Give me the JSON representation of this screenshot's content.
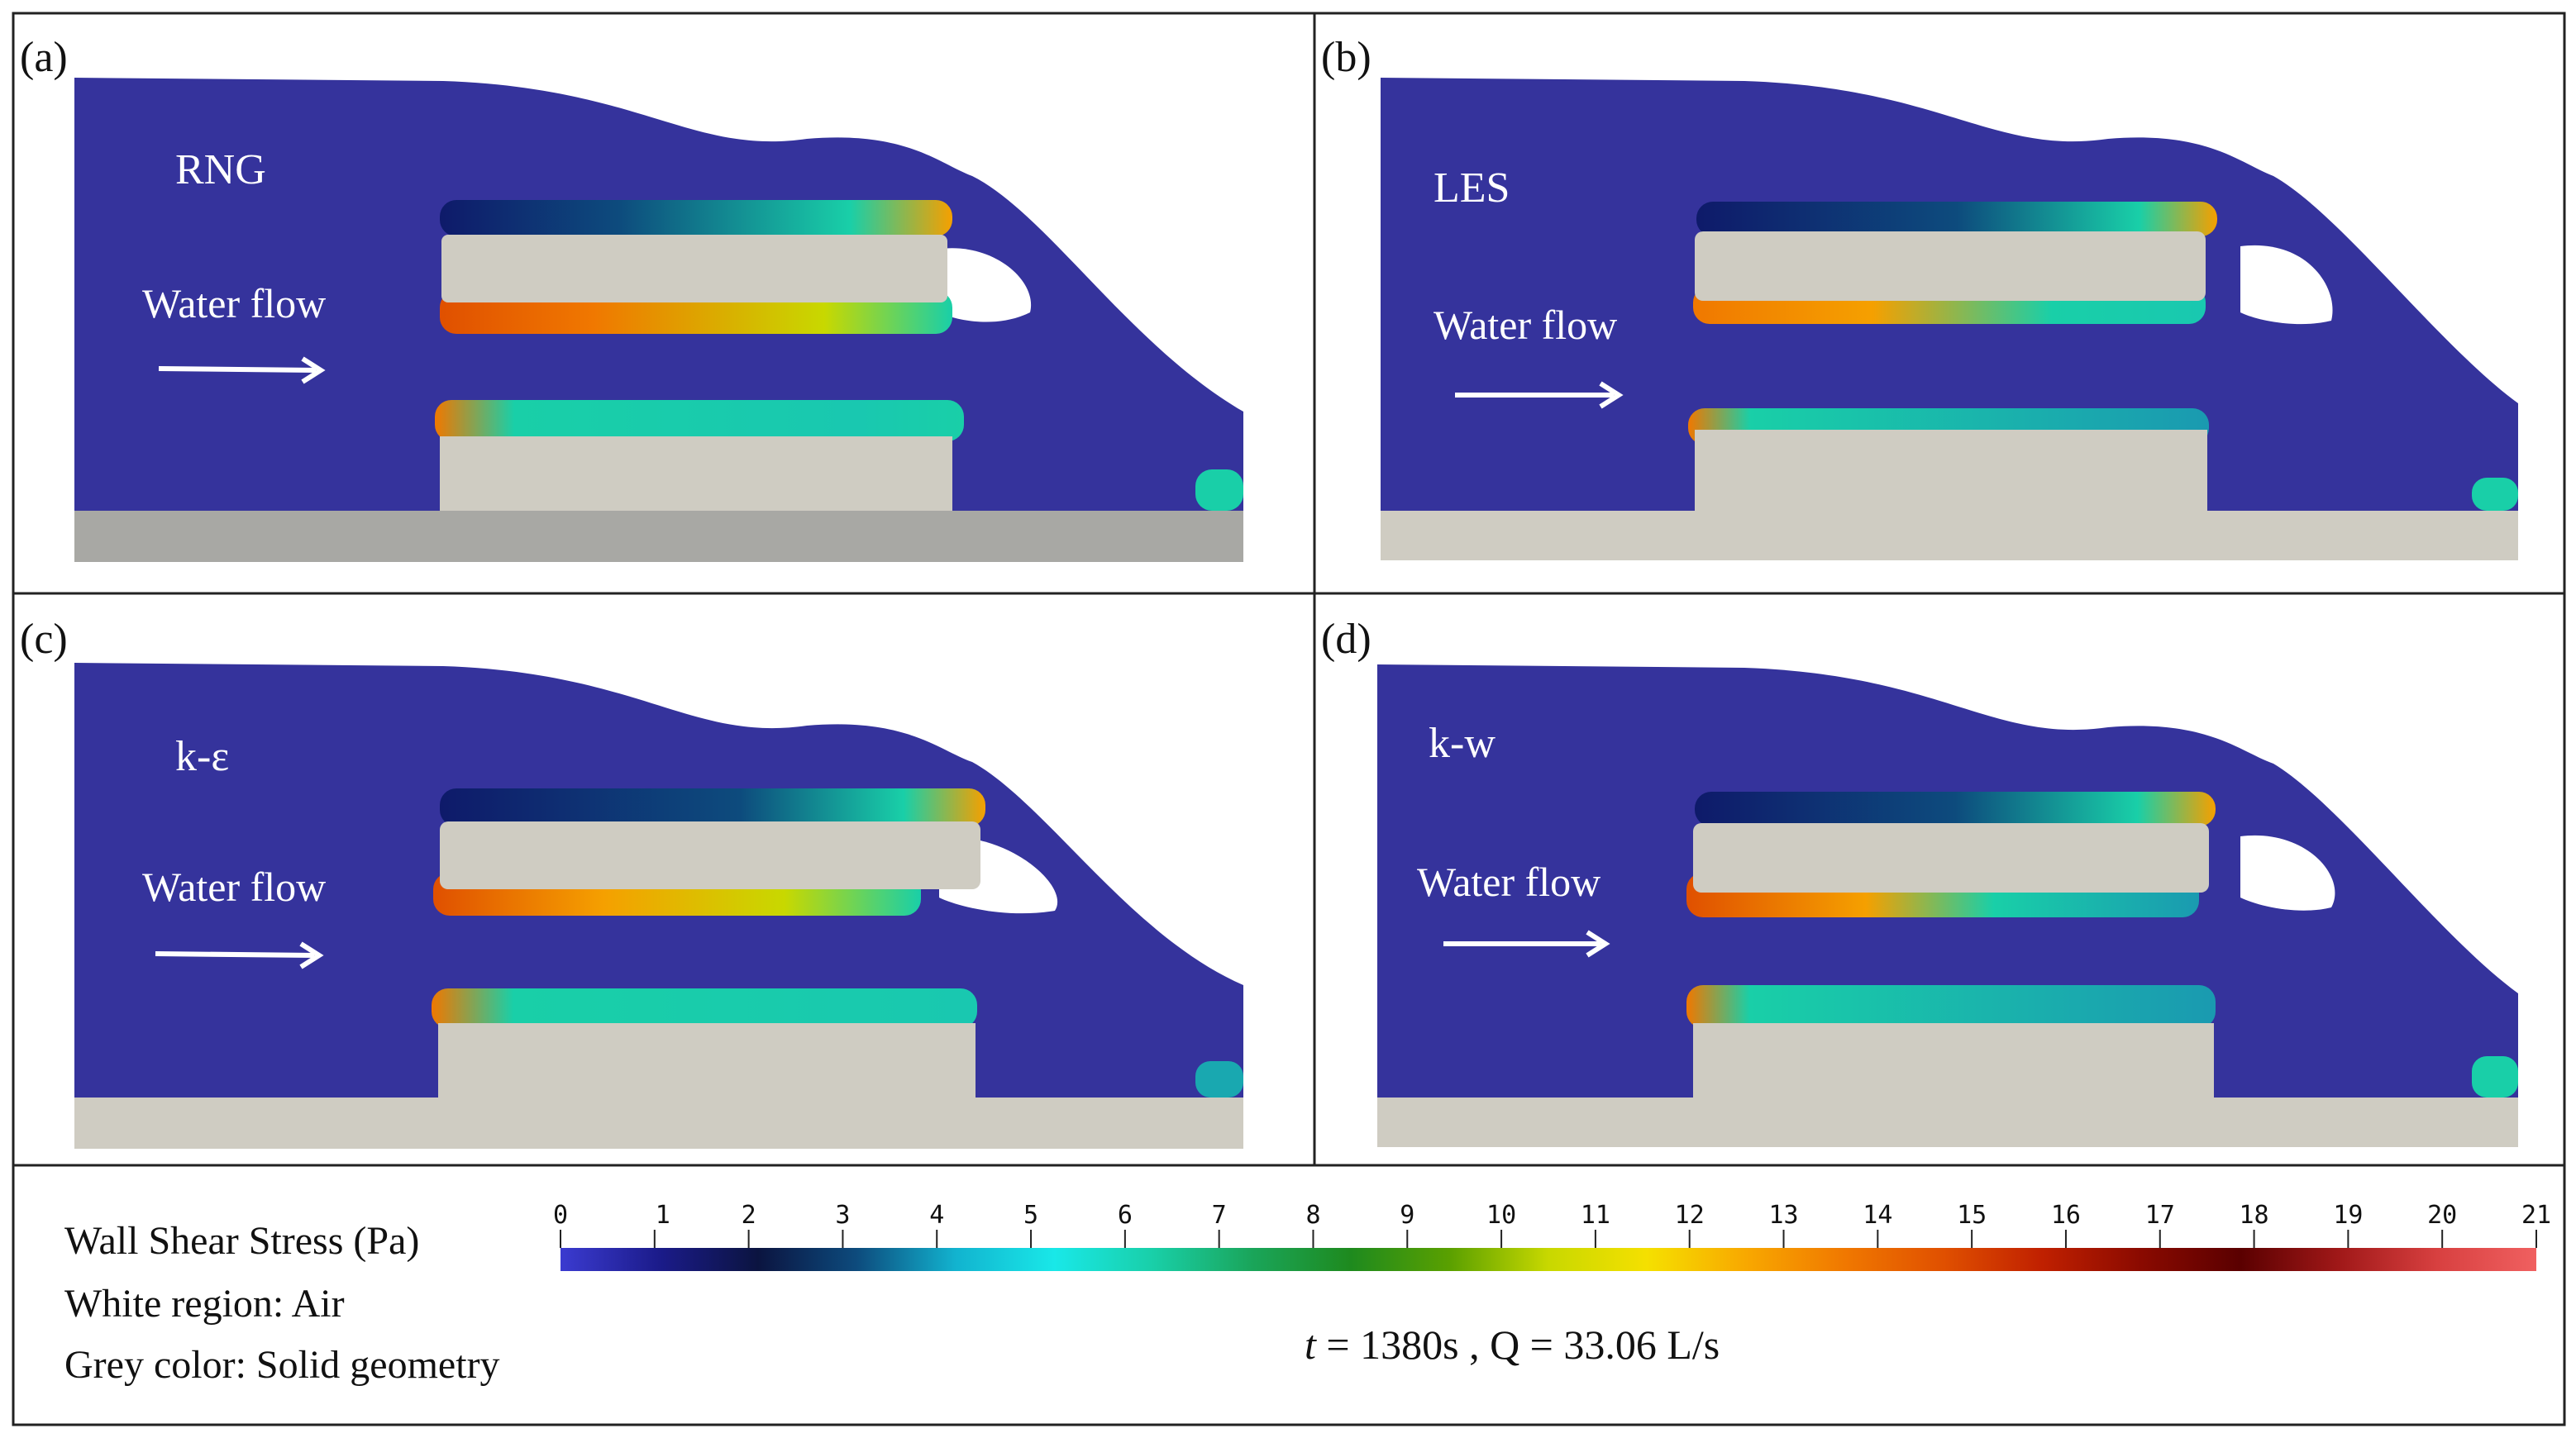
{
  "panels": [
    {
      "label": "(a)",
      "model": "RNG",
      "flow": "Water flow"
    },
    {
      "label": "(b)",
      "model": "LES",
      "flow": "Water flow"
    },
    {
      "label": "(c)",
      "model": "k-ε",
      "flow": "Water flow"
    },
    {
      "label": "(d)",
      "model": "k-w",
      "flow": "Water flow"
    }
  ],
  "legend": {
    "title": "Wall Shear Stress (Pa)",
    "white_region": "White region: Air",
    "grey_color": "Grey color: Solid geometry",
    "t_symbol": "t",
    "t_value": "= 1380s , Q = 33.06 L/s",
    "ticks": [
      "0",
      "1",
      "2",
      "3",
      "4",
      "5",
      "6",
      "7",
      "8",
      "9",
      "10",
      "11",
      "12",
      "13",
      "14",
      "15",
      "16",
      "17",
      "18",
      "19",
      "20",
      "21"
    ],
    "range": [
      0,
      21
    ],
    "colors": [
      "#3b3bd0",
      "#1b1b8a",
      "#0b1440",
      "#0d4b7d",
      "#12b3cf",
      "#19e8e8",
      "#19cfa8",
      "#1aa55a",
      "#1e8a1e",
      "#5aa000",
      "#c8d800",
      "#f5e000",
      "#f8a800",
      "#f07800",
      "#e05000",
      "#c02000",
      "#8a0a00",
      "#5a0000",
      "#a01818",
      "#d84040",
      "#f06060"
    ]
  },
  "colors": {
    "water": "#35339c",
    "solid": "#cfccc2",
    "solid_bed_a": "#a8a8a4",
    "frame": "#222222"
  }
}
